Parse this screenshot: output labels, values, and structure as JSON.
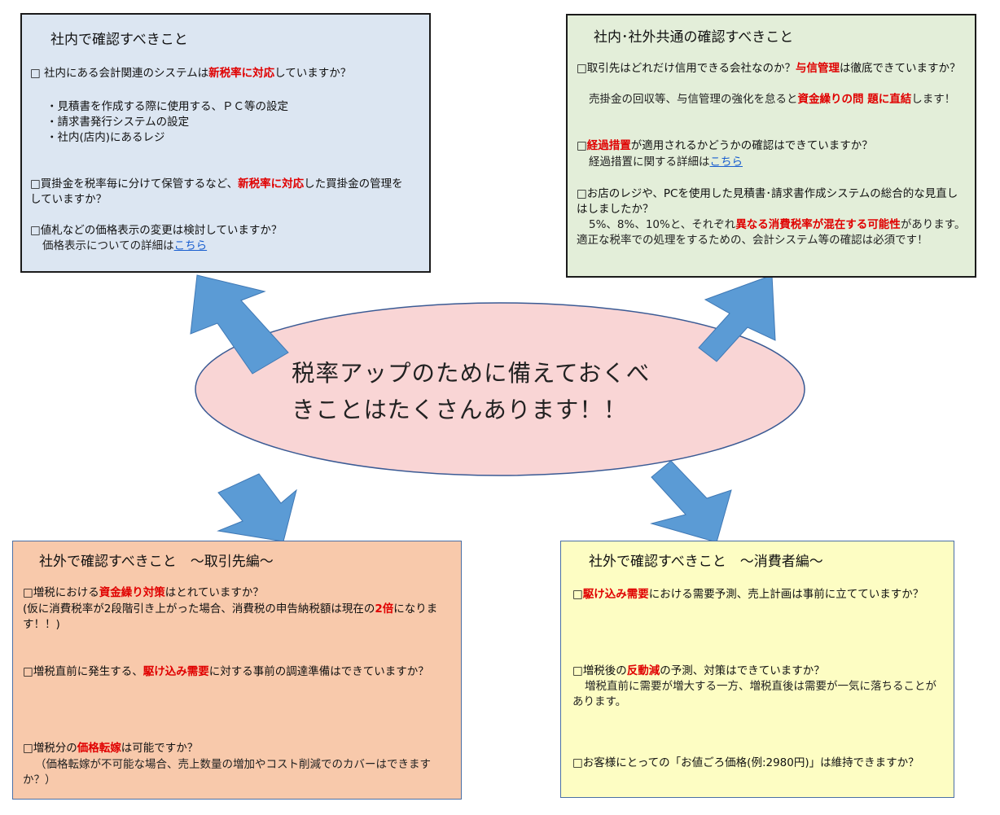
{
  "center": {
    "line1": "税率アップのために備えておくべ",
    "line2": "きことはたくさんあります！！"
  },
  "boxes": {
    "internal": {
      "title": "社内で確認すべきこと",
      "q1": {
        "pre": "□ 社内にある会計関連のシステムは",
        "hl": "新税率に対応",
        "post": "していますか？"
      },
      "bullets": [
        "・見積書を作成する際に使用する、ＰＣ等の設定",
        "・請求書発行システムの設定",
        "・社内(店内)にあるレジ"
      ],
      "q2": {
        "pre": "□買掛金を税率毎に分けて保管するなど、",
        "hl": "新税率に対応",
        "post": "した買掛金の管理をしていますか？"
      },
      "q3": {
        "text": "□値札などの価格表示の変更は検討していますか？",
        "note": "価格表示についての詳細は",
        "link": "こちら"
      }
    },
    "common": {
      "title": "社内･社外共通の確認すべきこと",
      "q1": {
        "pre": "□取引先はどれだけ信用できる会社なのか？",
        "hl": "与信管理",
        "post": "は徹底できていますか？"
      },
      "q1_note": {
        "pre": "売掛金の回収等、与信管理の強化を怠ると",
        "hl": "資金繰りの問 題に直結",
        "post": "します！"
      },
      "q2": {
        "pre": "□",
        "hl": "経過措置",
        "post": "が適用されるかどうかの確認はできていますか？"
      },
      "q2_note": {
        "text": "経過措置に関する詳細は",
        "link": "こちら"
      },
      "q3": {
        "text": "□お店のレジや、PCを使用した見積書･請求書作成システムの総合的な見直しはしましたか？"
      },
      "q3_note": {
        "pre": "5%、8%、10%と、それぞれ",
        "hl": "異なる消費税率が混在する可能性",
        "post": "があります。適正な税率での処理をするための、会計システム等の確認は必須です！"
      }
    },
    "partners": {
      "title": "社外で確認すべきこと　～取引先編～",
      "q1": {
        "pre": "□増税における",
        "hl": "資金繰り対策",
        "post": "はとれていますか？"
      },
      "q1_note": {
        "pre": "(仮に消費税率が2段階引き上がった場合、消費税の申告納税額は現在の",
        "hl": "2倍",
        "post": "になります！！)"
      },
      "q2": {
        "pre": "□増税直前に発生する、",
        "hl": "駆け込み需要",
        "post": "に対する事前の調達準備はできていますか？"
      },
      "q3": {
        "pre": "□増税分の",
        "hl": "価格転嫁",
        "post": "は可能ですか？"
      },
      "q3_note": "（価格転嫁が不可能な場合、売上数量の増加やコスト削減でのカバーはできますか？）"
    },
    "consumers": {
      "title": "社外で確認すべきこと　～消費者編～",
      "q1": {
        "pre": "□",
        "hl": "駆け込み需要",
        "post": "における需要予測、売上計画は事前に立てていますか？"
      },
      "q2": {
        "pre": "□増税後の",
        "hl": "反動減",
        "post": "の予測、対策はできていますか？"
      },
      "q2_note": "増税直前に需要が増大する一方、増税直後は需要が一気に落ちることがあります。",
      "q3": "□お客様にとっての「お値ごろ価格(例:2980円)」は維持できますか？"
    }
  },
  "colors": {
    "arrow": "#5b9bd5",
    "ellipse_fill": "#f9d5d5",
    "highlight": "#e00000",
    "link": "#1a5fd0"
  }
}
